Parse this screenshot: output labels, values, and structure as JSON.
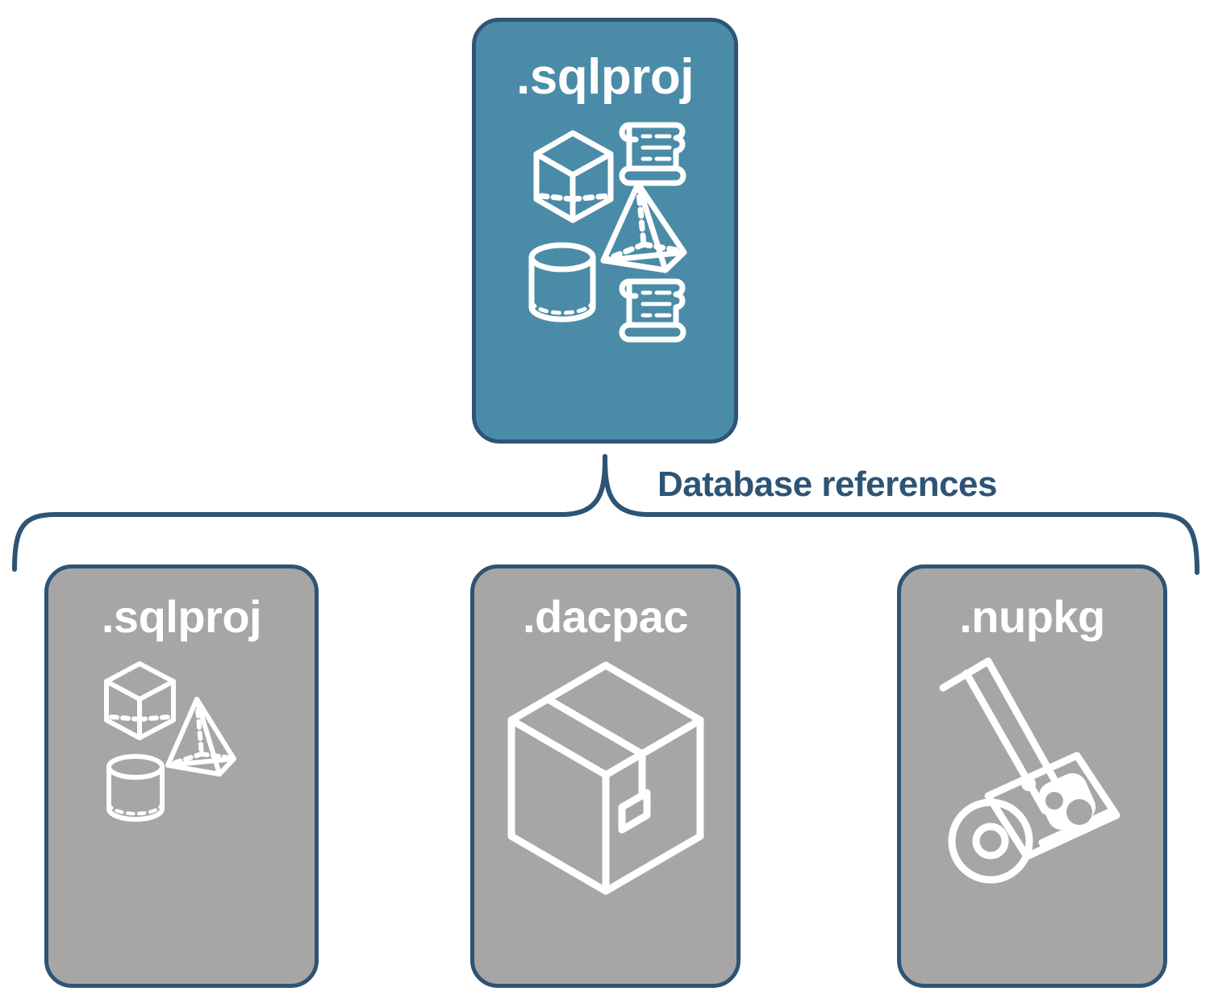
{
  "diagram": {
    "title_top": ".sqlproj",
    "connector_label": "Database references",
    "colors": {
      "primary_fill": "#4a8ba8",
      "secondary_fill": "#a6a6a6",
      "stroke": "#2e5475",
      "icon": "#ffffff",
      "background": "#ffffff"
    },
    "nodes": {
      "top": {
        "label": ".sqlproj",
        "style": "primary",
        "icons": [
          "cube-icon",
          "scroll-icon",
          "pyramid-icon",
          "cylinder-icon",
          "scroll-icon"
        ]
      },
      "children": [
        {
          "label": ".sqlproj",
          "style": "secondary",
          "icons": [
            "cube-icon",
            "pyramid-icon",
            "cylinder-icon"
          ]
        },
        {
          "label": ".dacpac",
          "style": "secondary",
          "icons": [
            "shipping-box-icon"
          ]
        },
        {
          "label": ".nupkg",
          "style": "secondary",
          "icons": [
            "hand-truck-package-icon"
          ]
        }
      ]
    }
  }
}
